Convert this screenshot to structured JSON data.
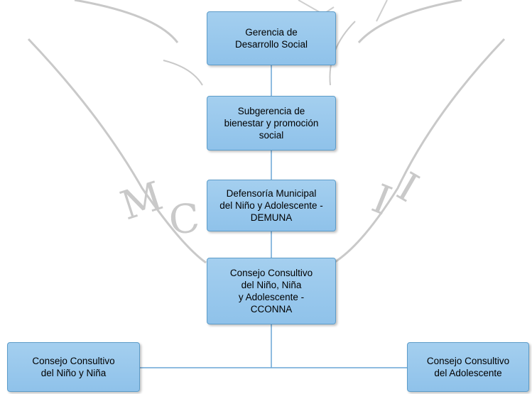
{
  "diagram": {
    "colors": {
      "box_fill": "#9ccbee",
      "box_border": "#5d9cc9",
      "connector": "#6aa6d6",
      "watermark": "#b0b0b0"
    },
    "nodes": {
      "gerencia": "Gerencia de\nDesarrollo Social",
      "subgerencia": "Subgerencia de\nbienestar y promoción\nsocial",
      "demuna": "Defensoría Municipal\ndel Niño y Adolescente -\nDEMUNA",
      "cconna": "Consejo Consultivo\ndel Niño, Niña\ny Adolescente -\nCCONNA",
      "consejo_nino_nina": "Consejo Consultivo\ndel Niño y Niña",
      "consejo_adolescente": "Consejo Consultivo\ndel Adolescente"
    },
    "watermark": {
      "lettering": "MCMXVII",
      "kind": "university seal (faded)"
    }
  }
}
